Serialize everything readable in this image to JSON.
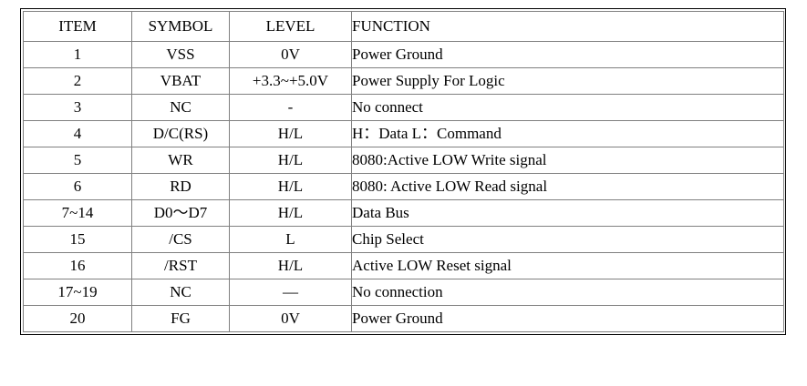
{
  "table": {
    "columns": [
      {
        "key": "item",
        "label": "ITEM",
        "align": "center"
      },
      {
        "key": "symbol",
        "label": "SYMBOL",
        "align": "center"
      },
      {
        "key": "level",
        "label": "LEVEL",
        "align": "center"
      },
      {
        "key": "function",
        "label": "FUNCTION",
        "align": "left"
      }
    ],
    "rows": [
      {
        "item": "1",
        "symbol": "VSS",
        "level": "0V",
        "function": "Power Ground"
      },
      {
        "item": "2",
        "symbol": "VBAT",
        "level": "+3.3~+5.0V",
        "function": "Power Supply For Logic"
      },
      {
        "item": "3",
        "symbol": "NC",
        "level": "-",
        "function": "No connect"
      },
      {
        "item": "4",
        "symbol": "D/C(RS)",
        "level": "H/L",
        "function": "H：Data  L：Command"
      },
      {
        "item": "5",
        "symbol": "WR",
        "level": "H/L",
        "function": "8080:Active LOW Write signal"
      },
      {
        "item": "6",
        "symbol": "RD",
        "level": "H/L",
        "function": "8080: Active LOW Read signal"
      },
      {
        "item": "7~14",
        "symbol": "D0～D7",
        "level": "H/L",
        "function": "Data Bus"
      },
      {
        "item": "15",
        "symbol": "/CS",
        "level": "L",
        "function": "Chip Select"
      },
      {
        "item": "16",
        "symbol": "/RST",
        "level": "H/L",
        "function": "Active LOW Reset signal"
      },
      {
        "item": "17~19",
        "symbol": "NC",
        "level": "—",
        "function": "No connection"
      },
      {
        "item": "20",
        "symbol": "FG",
        "level": "0V",
        "function": "Power Ground"
      }
    ]
  },
  "colors": {
    "text": "#000000",
    "grid_line": "#808080",
    "outer_border": "#000000",
    "background": "#ffffff"
  }
}
